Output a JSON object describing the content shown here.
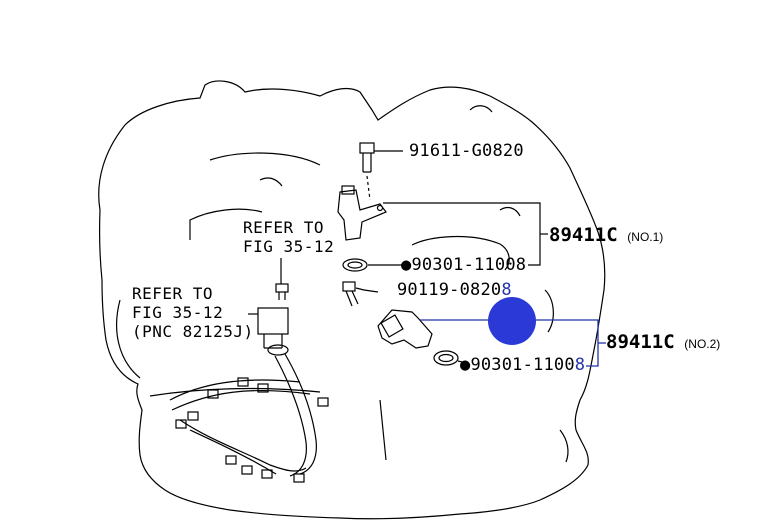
{
  "labels": {
    "pn_91611": "91611-G0820",
    "pn_90301_a": "90301-11008",
    "pn_90119_text": "90119-0820",
    "pn_90119_tail": "8",
    "pn_90301_b_text": "90301-1100",
    "pn_90301_b_tail": "8",
    "sensor_no1_part": "89411C",
    "sensor_no1_sub": "(NO.1)",
    "sensor_no2_part": "89411C",
    "sensor_no2_sub": "(NO.2)",
    "ref1_line1": "REFER TO",
    "ref1_line2": "FIG 35-12",
    "ref2_line1": "REFER TO",
    "ref2_line2": "FIG 35-12",
    "ref2_line3": "(PNC 82125J)"
  },
  "colors": {
    "highlight_marker": "#2b3ad6",
    "highlight_line": "#2233aa",
    "ink": "#000000"
  },
  "markers": {
    "bullet": "●"
  }
}
